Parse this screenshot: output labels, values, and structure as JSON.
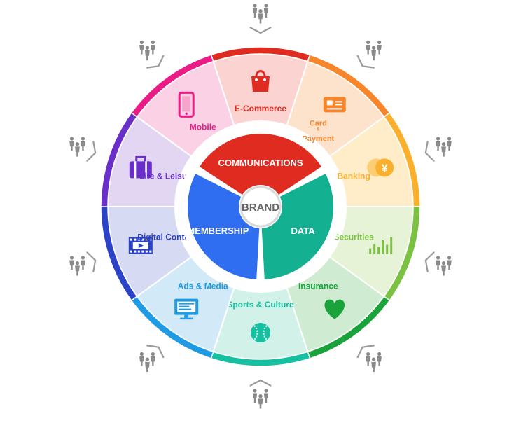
{
  "center": {
    "label": "BRAND"
  },
  "core": [
    {
      "key": "communications",
      "label": "COMMUNICATIONS",
      "color": "#e02b20"
    },
    {
      "key": "data",
      "label": "DATA",
      "color": "#13b091"
    },
    {
      "key": "membership",
      "label": "MEMBERSHIP",
      "color": "#2f6ef0"
    }
  ],
  "segments": [
    {
      "key": "ecommerce",
      "label": "E-Commerce",
      "icon": "shopping-bag-icon",
      "color": "#e02b20",
      "fill": "#fbd3d1"
    },
    {
      "key": "card-payment",
      "label": "Card & Payment",
      "label_lines": [
        "Card",
        "&",
        "Payment"
      ],
      "icon": "credit-card-icon",
      "color": "#f7862a",
      "fill": "#fde2cc"
    },
    {
      "key": "banking",
      "label": "Banking",
      "icon": "currency-coins-icon",
      "color": "#fbb02d",
      "fill": "#feedc8"
    },
    {
      "key": "securities",
      "label": "Securities",
      "icon": "stock-bars-icon",
      "color": "#7cc242",
      "fill": "#e6f3d6"
    },
    {
      "key": "insurance",
      "label": "Insurance",
      "icon": "heart-icon",
      "color": "#1aa33b",
      "fill": "#cfecd3"
    },
    {
      "key": "sports-culture",
      "label": "Sports & Culture",
      "icon": "baseball-icon",
      "color": "#14c0a0",
      "fill": "#d2f1e9"
    },
    {
      "key": "ads-media",
      "label": "Ads & Media",
      "icon": "monitor-icon",
      "color": "#1f9be6",
      "fill": "#d2e9f8"
    },
    {
      "key": "digital-content",
      "label": "Digital Content",
      "icon": "film-play-icon",
      "color": "#2b43c8",
      "fill": "#d6daf2"
    },
    {
      "key": "life-leisure",
      "label": "Life & Leisure",
      "icon": "suitcase-icon",
      "color": "#6a2fc9",
      "fill": "#e2d6f3"
    },
    {
      "key": "mobile",
      "label": "Mobile",
      "icon": "smartphone-icon",
      "color": "#ec1c86",
      "fill": "#fad1e5"
    }
  ],
  "outer": {
    "icon": "people-group-icon",
    "arrow": "inward-chevron-icon",
    "color": "#8a8a8a"
  }
}
